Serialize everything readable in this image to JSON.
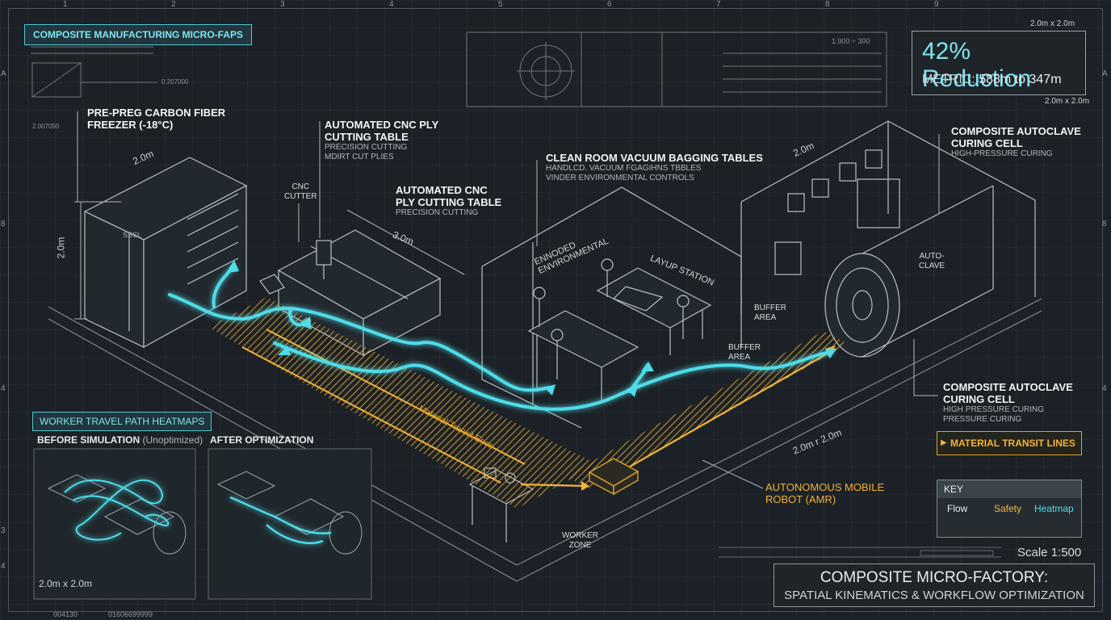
{
  "ruler": {
    "top": [
      "1",
      "2",
      "3",
      "4",
      "5",
      "6",
      "7",
      "8",
      "9"
    ],
    "left": [
      "A",
      "8",
      "4",
      "3",
      "4"
    ],
    "right": [
      "A",
      "8",
      "4"
    ]
  },
  "header_tag": "COMPOSITE MANUFACTURING MICRO-FAPS",
  "reduction": {
    "title": "42% Reduction",
    "metric_prefix": "METRIC:",
    "metric_value": "588m to 347m",
    "dim_top": "2.0m x 2.0m",
    "dim_bottom": "2.0m x 2.0m"
  },
  "labels": {
    "freezer": [
      "PRE-PREG CARBON FIBER",
      "FREEZER (-18°C)"
    ],
    "cnc_top_title": [
      "AUTOMATED CNC PLY",
      "CUTTING TABLE"
    ],
    "cnc_top_sub": [
      "PRECISION CUTTING",
      "MDIRT CUT PLIES"
    ],
    "cnc_cutter": [
      "CNC",
      "CUTTER"
    ],
    "cnc_mid_title": [
      "AUTOMATED CNC",
      "PLY CUTTING TABLE"
    ],
    "cnc_mid_sub": "PRECISION CUTTING",
    "cleanroom_title": "CLEAN ROOM VACUUM BAGGING TABLES",
    "cleanroom_sub": [
      "HANDLCD. VACUUM FGAGIHNS TBBLES",
      "VINDER ENVIRONMENTAL CONTROLS"
    ],
    "ennoded": [
      "ENNODED",
      "ENVIRONMENTAL"
    ],
    "layup": "LAYUP STATION",
    "autoclave_top_title": [
      "COMPOSITE AUTOCLAVE",
      "CURING CELL"
    ],
    "autoclave_top_sub": "HIGH-PRESSURE CURING",
    "autoclave": [
      "AUTO-",
      "CLAVE"
    ],
    "buffer1": [
      "BUFFER",
      "AREA"
    ],
    "buffer2": [
      "BUFFER",
      "AREA"
    ],
    "autoclave_bottom_title": [
      "COMPOSITE AUTOCLAVE",
      "CURING CELL"
    ],
    "autoclave_bottom_sub": [
      "HIGH PRESSURE CURING",
      "PRESSURE CURING"
    ],
    "amr": [
      "AUTONOMOUS MOBILE",
      "ROBOT (AMR)"
    ],
    "worker_zone": [
      "WORKER",
      "ZONE"
    ],
    "material_transit_floor": "Material Trenxit Enes",
    "dim_2m_a": "2.0m",
    "dim_2m_b": "2.0m",
    "dim_3m": "3.0m",
    "dim_2m_c": "2.0m",
    "dim_2m_d": "2.0m r 2.0m",
    "freezer_tag": "SSSL",
    "scale_small": "1:900 ÷ 300",
    "code_a": "0 207000",
    "code_b": "2.007050"
  },
  "heatmaps": {
    "title": "WORKER TRAVEL PATH HEATMAPS",
    "before_label": "BEFORE SIMULATION",
    "before_suffix": "(Unoptimized)",
    "after_label": "AFTER OPTIMIZATION",
    "dim": "2.0m x 2.0m"
  },
  "transit_tag": "MATERIAL TRANSIT LINES",
  "key": {
    "title": "KEY",
    "items": [
      {
        "label": "Flow",
        "color": "#f2b338"
      },
      {
        "label": "Safety",
        "color": "#e0a22b"
      },
      {
        "label": "Heatmap",
        "color": "#4fdce8"
      }
    ]
  },
  "scale": "Scale 1:500",
  "title_block": {
    "line1": "COMPOSITE MICRO-FACTORY:",
    "line2": "SPATIAL KINEMATICS & WORKFLOW OPTIMIZATION"
  },
  "footer_codes": [
    "004130",
    "01606699999"
  ],
  "colors": {
    "cyan": "#4fdce8",
    "amber": "#e0a22b",
    "line": "#a9b4ba",
    "bg": "#1b2126"
  }
}
